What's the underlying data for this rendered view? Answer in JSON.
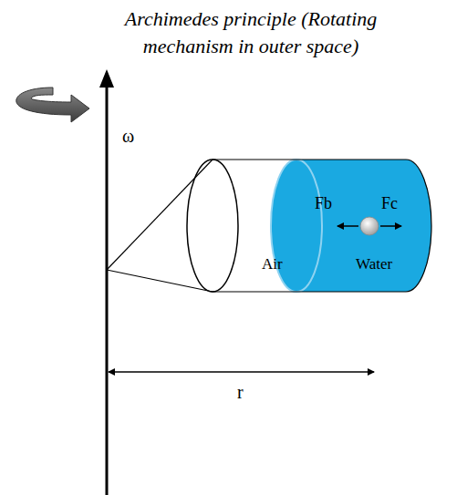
{
  "diagram": {
    "title": "Archimedes principle (Rotating mechanism in outer space)",
    "labels": [
      "ω",
      "Fb",
      "Fc",
      "Air",
      "Water",
      "r"
    ]
  }
}
